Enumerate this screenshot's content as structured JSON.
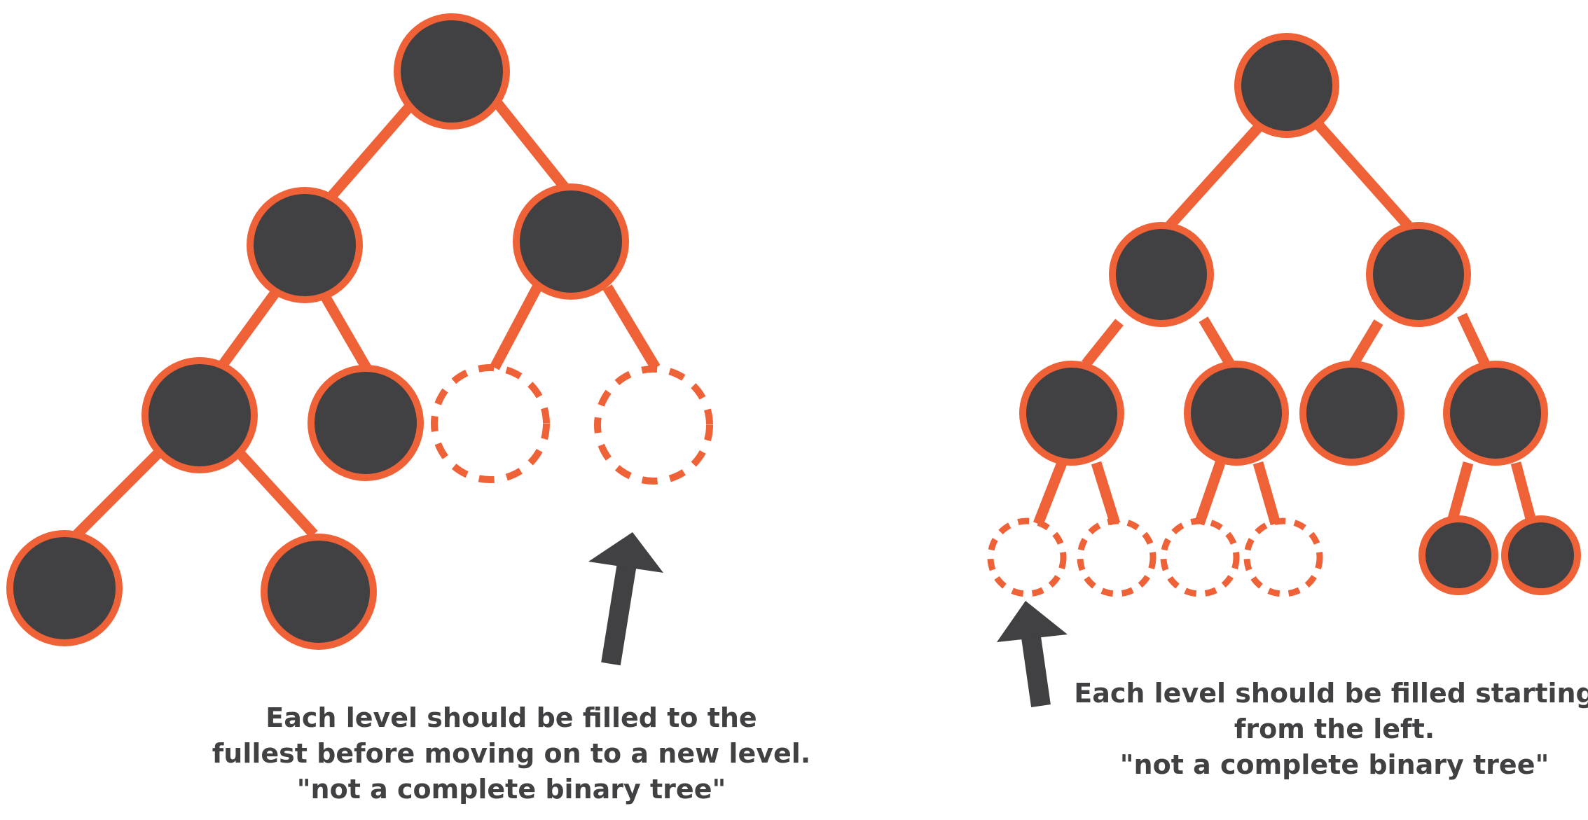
{
  "colors": {
    "node_fill": "#414042",
    "node_stroke": "#ef6136",
    "edge": "#ef6136",
    "arrow": "#414042",
    "text": "#414042"
  },
  "left_tree": {
    "caption": {
      "line1": "Each level should be filled to the",
      "line2": "fullest before moving on to a new level.",
      "line3": "\"not a complete binary tree\""
    }
  },
  "right_tree": {
    "caption": {
      "line1": "Each level should be filled starting",
      "line2": "from the left.",
      "line3": "\"not a complete binary tree\""
    }
  }
}
